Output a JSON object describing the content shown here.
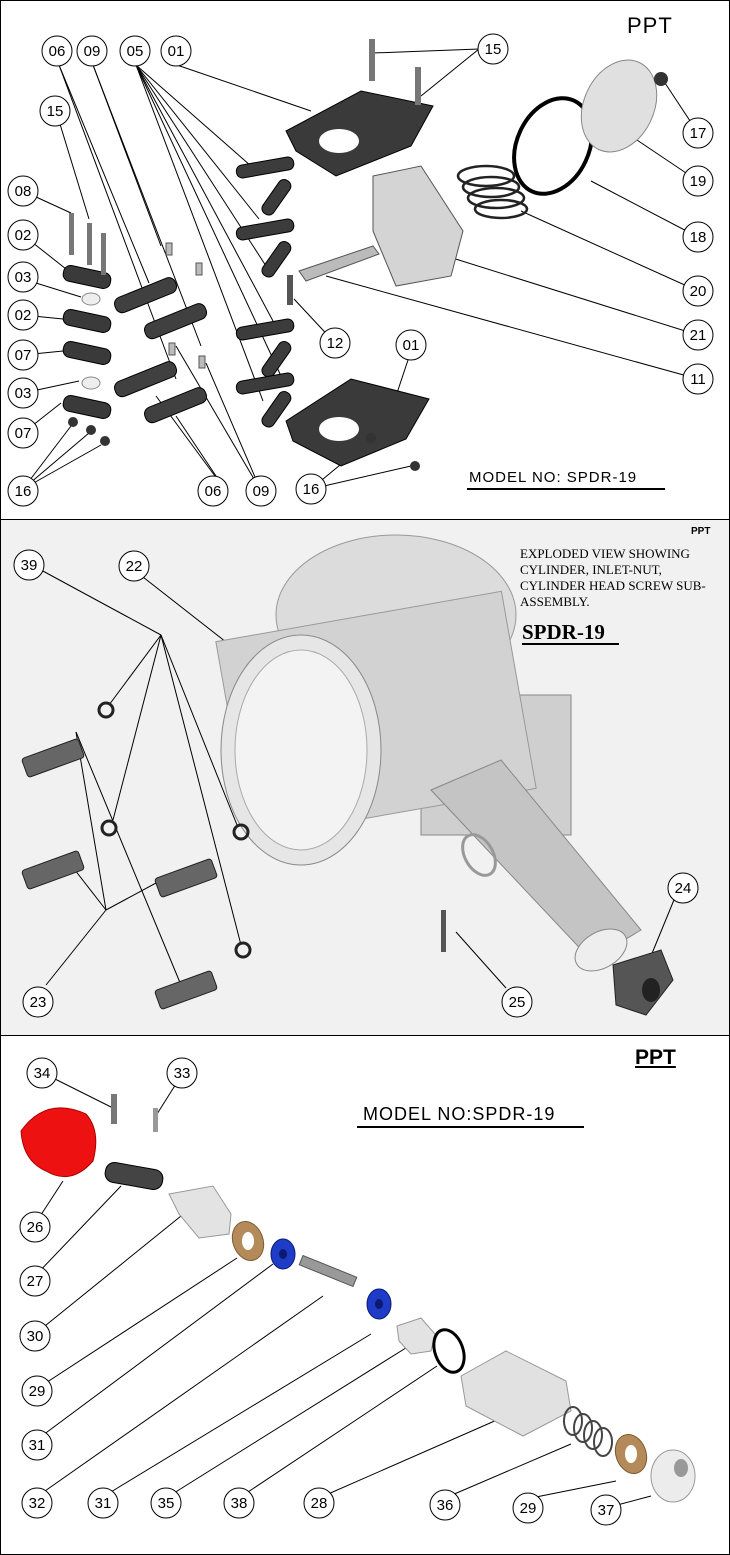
{
  "colors": {
    "outline": "#000000",
    "metal": "#c8c8c8",
    "dark_metal": "#3a3a3a",
    "knob": "#ee1111",
    "washer": "#b48a5a",
    "seal": "#1e3cc8"
  },
  "panel1": {
    "brand": "PPT",
    "model": "MODEL NO: SPDR-19",
    "callouts": [
      "06",
      "09",
      "05",
      "01",
      "15",
      "15",
      "08",
      "02",
      "03",
      "02",
      "07",
      "03",
      "07",
      "16",
      "17",
      "19",
      "18",
      "20",
      "21",
      "12",
      "01",
      "11",
      "06",
      "09",
      "16"
    ]
  },
  "panel2": {
    "brand": "PPT",
    "description": "EXPLODED VIEW SHOWING CYLINDER, INLET-NUT, CYLINDER HEAD SCREW SUB-ASSEMBLY.",
    "model": "SPDR-19",
    "callouts": [
      "39",
      "22",
      "24",
      "23",
      "25"
    ]
  },
  "panel3": {
    "brand": "PPT",
    "model": "MODEL NO:SPDR-19",
    "callouts": [
      "34",
      "33",
      "26",
      "27",
      "30",
      "29",
      "31",
      "32",
      "31",
      "35",
      "38",
      "28",
      "36",
      "29",
      "37"
    ]
  }
}
